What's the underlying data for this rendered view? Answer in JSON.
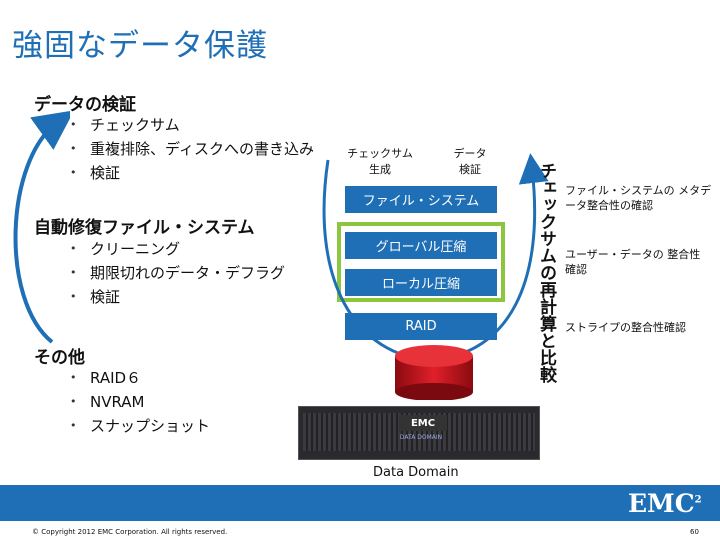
{
  "title": "強固なデータ保護",
  "sections": {
    "verify": {
      "heading": "データの検証",
      "items": [
        "チェックサム",
        "重複排除、ディスクへの書き込み",
        "検証"
      ]
    },
    "selfheal": {
      "heading": "自動修復ファイル・システム",
      "items": [
        "クリーニング",
        "期限切れのデータ・デフラグ",
        "検証"
      ]
    },
    "other": {
      "heading": "その他",
      "items": [
        "RAID６",
        "NVRAM",
        "スナップショット"
      ]
    }
  },
  "diagram": {
    "labels": {
      "checksum_gen": [
        "チェックサム",
        "生成"
      ],
      "data_verify": [
        "データ",
        "検証"
      ]
    },
    "layers": [
      "ファイル・システム",
      "グローバル圧縮",
      "ローカル圧縮",
      "RAID"
    ],
    "side_text": "チェックサムの再計算と比較",
    "right_labels": [
      "ファイル・システムの メタデータ整合性の確認",
      "ユーザー・データの 整合性確認",
      "ストライプの整合性確認"
    ],
    "device_label": "Data Domain",
    "device_logo": "EMC",
    "device_brand": "DATA DOMAIN"
  },
  "footer": {
    "copyright": "© Copyright 2012 EMC Corporation. All rights reserved.",
    "logo": "EMC",
    "logo_sup": "2",
    "page": "60"
  },
  "colors": {
    "accent": "#1f6fb6",
    "green_frame": "#8cc63f",
    "disk_red": "#d9141f"
  }
}
